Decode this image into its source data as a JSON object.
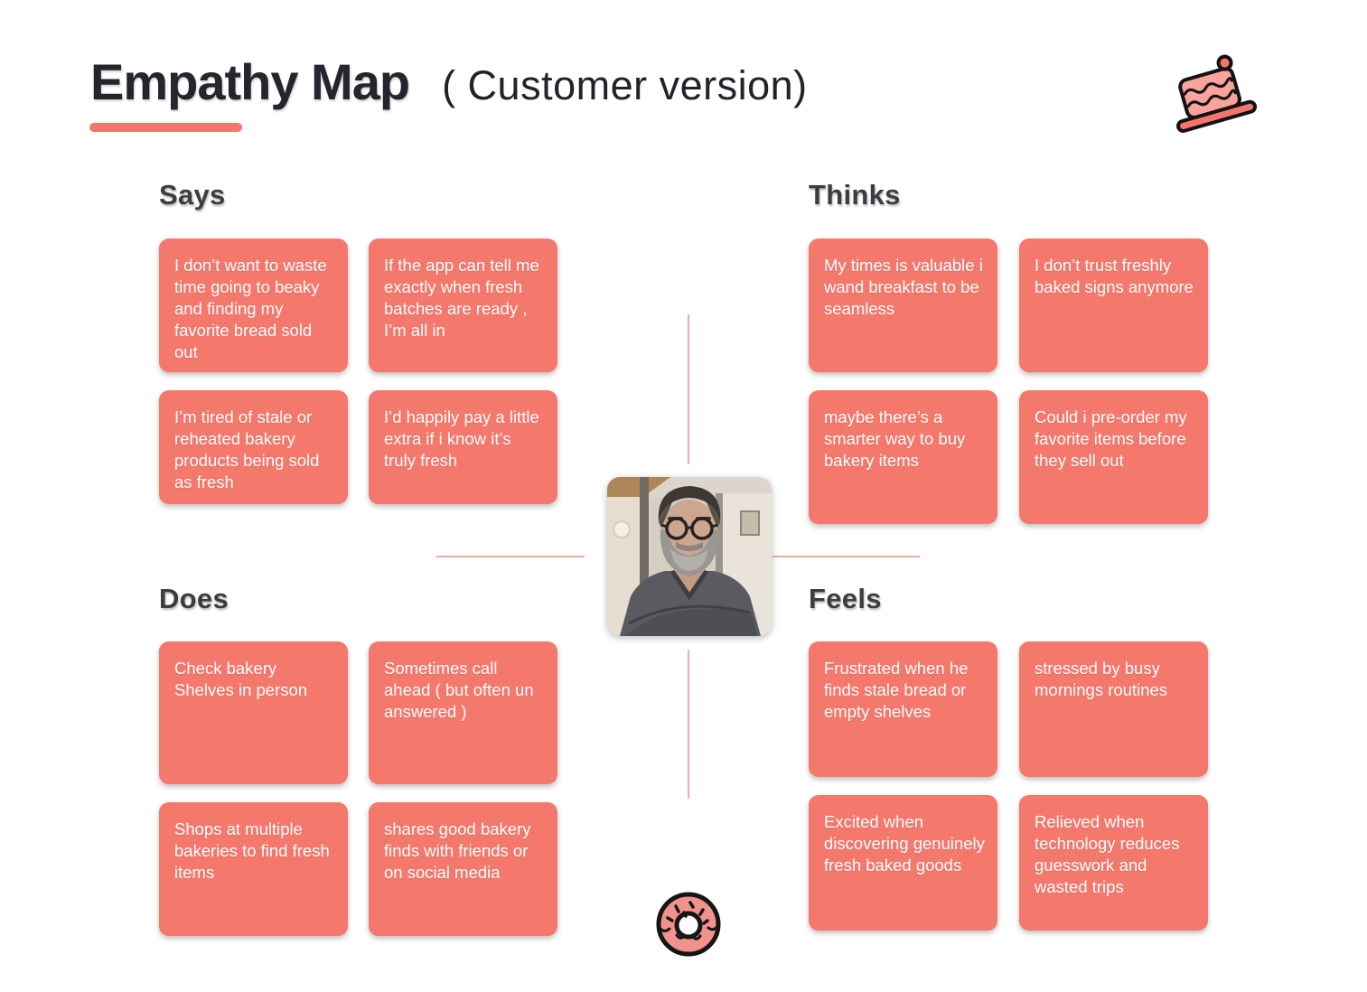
{
  "title": "Empathy Map",
  "subtitle": "( Customer version)",
  "colors": {
    "accent": "#f4756b",
    "card_background": "#f4786c",
    "divider_line": "#eeaba5",
    "title_text": "#26242c",
    "heading_text": "#3d3c40",
    "card_text": "#ffffff"
  },
  "icons": {
    "header_icon": "cake-icon",
    "footer_icon": "donut-icon"
  },
  "persona": {
    "photo": "bearded man with round glasses and grey beard, arms crossed, dark v-neck sweater, standing in a bakery"
  },
  "quadrants": [
    {
      "id": "says",
      "label": "Says",
      "cards": [
        "I don’t want to waste time going to beaky and finding my favorite bread sold out",
        "If the app can tell me exactly when fresh batches are ready , I’m all in",
        "I’m tired of stale or reheated bakery products being sold as fresh",
        "I’d happily pay a little extra if i know it’s truly fresh"
      ]
    },
    {
      "id": "thinks",
      "label": "Thinks",
      "cards": [
        "My times is valuable i wand breakfast to be seamless",
        "I don’t trust freshly baked signs anymore",
        "maybe there’s a smarter way to buy bakery items",
        "Could i pre-order my favorite items before they sell out"
      ]
    },
    {
      "id": "does",
      "label": "Does",
      "cards": [
        "Check bakery Shelves in person",
        "Sometimes call ahead ( but often un answered )",
        "Shops at multiple bakeries to find fresh items",
        "shares good bakery finds with friends or on social media"
      ]
    },
    {
      "id": "feels",
      "label": "Feels",
      "cards": [
        "Frustrated when he finds stale bread or empty shelves",
        "stressed by busy mornings routines",
        "Excited when discovering genuinely fresh baked goods",
        "Relieved when technology reduces guesswork and wasted trips"
      ]
    }
  ]
}
